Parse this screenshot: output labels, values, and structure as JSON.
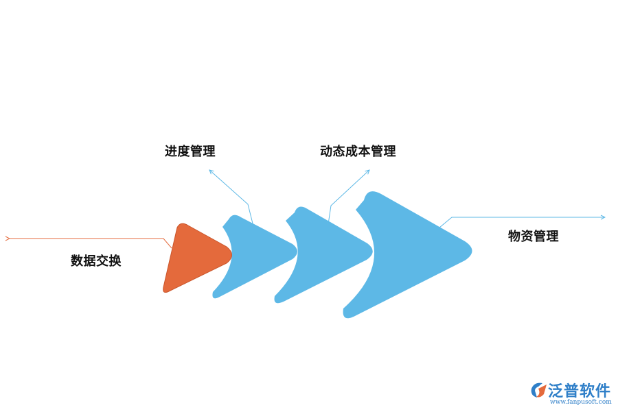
{
  "diagram": {
    "nodes": [
      {
        "id": "exchange",
        "label": "数据交换",
        "color": "#e46a3c"
      },
      {
        "id": "progress",
        "label": "进度管理",
        "color": "#5db8e6"
      },
      {
        "id": "cost",
        "label": "动态成本管理",
        "color": "#5db8e6"
      },
      {
        "id": "material",
        "label": "物资管理",
        "color": "#5db8e6"
      }
    ],
    "arrow_colors": {
      "orange": "#e46a3c",
      "blue": "#5db8e6"
    }
  },
  "logo": {
    "name": "泛普软件",
    "url": "www.fanpusoft.com",
    "color": "#2f7fc8"
  }
}
